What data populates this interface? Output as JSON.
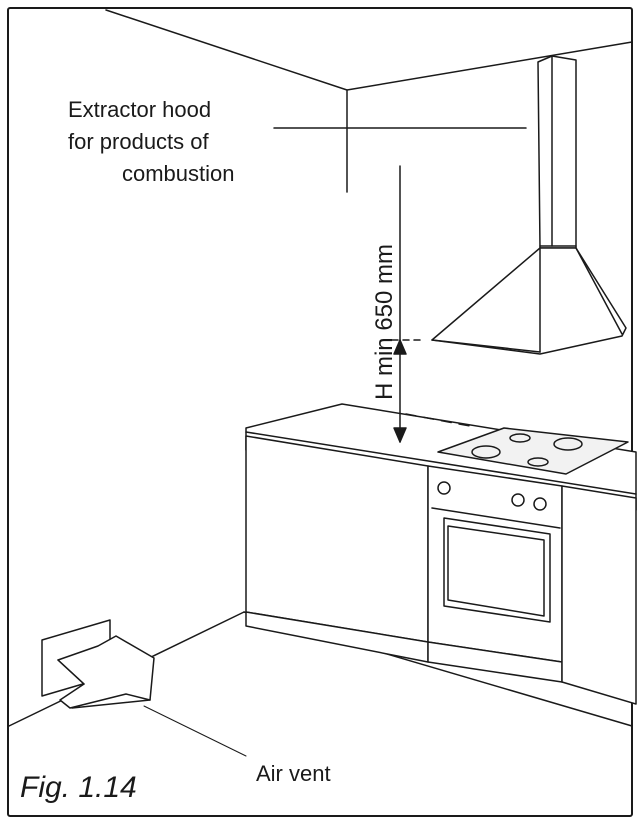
{
  "labels": {
    "hood_line1": "Extractor hood",
    "hood_line2": "for products of",
    "hood_line3": "combustion",
    "height": "H min 650 mm",
    "vent": "Air vent",
    "figure": "Fig. 1.14"
  }
}
